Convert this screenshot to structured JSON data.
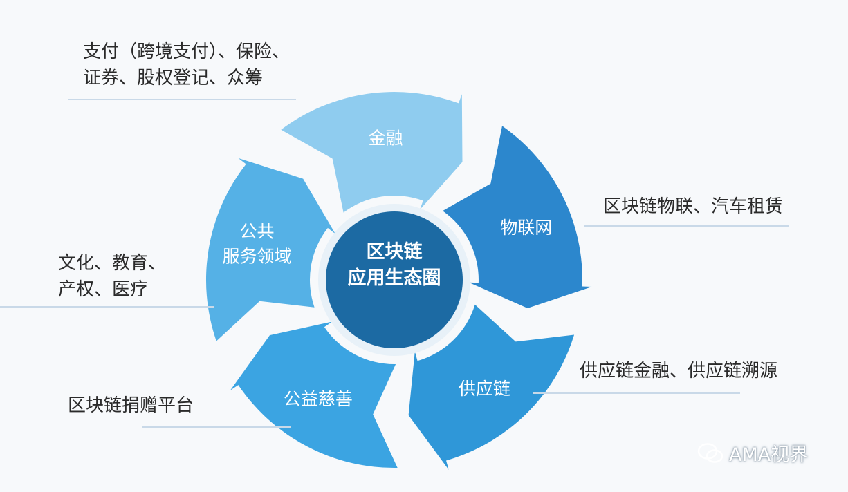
{
  "center": {
    "line1": "区块链",
    "line2": "应用生态圈"
  },
  "segments": [
    {
      "id": "finance",
      "lines": [
        "金融"
      ],
      "color": "#8fccef"
    },
    {
      "id": "iot",
      "lines": [
        "物联网"
      ],
      "color": "#2c87cd"
    },
    {
      "id": "supply",
      "lines": [
        "供应链"
      ],
      "color": "#2f97d8"
    },
    {
      "id": "charity",
      "lines": [
        "公益慈善"
      ],
      "color": "#3ba4e2"
    },
    {
      "id": "public",
      "lines": [
        "公共",
        "服务领域"
      ],
      "color": "#55b1e6"
    }
  ],
  "annotations": {
    "finance": [
      "支付（跨境支付）、保险、",
      "证券、股权登记、众筹"
    ],
    "iot": [
      "区块链物联、汽车租赁"
    ],
    "supply": [
      "供应链金融、供应链溯源"
    ],
    "charity": [
      "区块链捐赠平台"
    ],
    "public": [
      "文化、教育、",
      "产权、医疗"
    ]
  },
  "watermark": "AMA视界",
  "colors": {
    "center": "#1c6aa3",
    "center_ring": "#e8f1f8",
    "background": "#f7f9fb"
  }
}
